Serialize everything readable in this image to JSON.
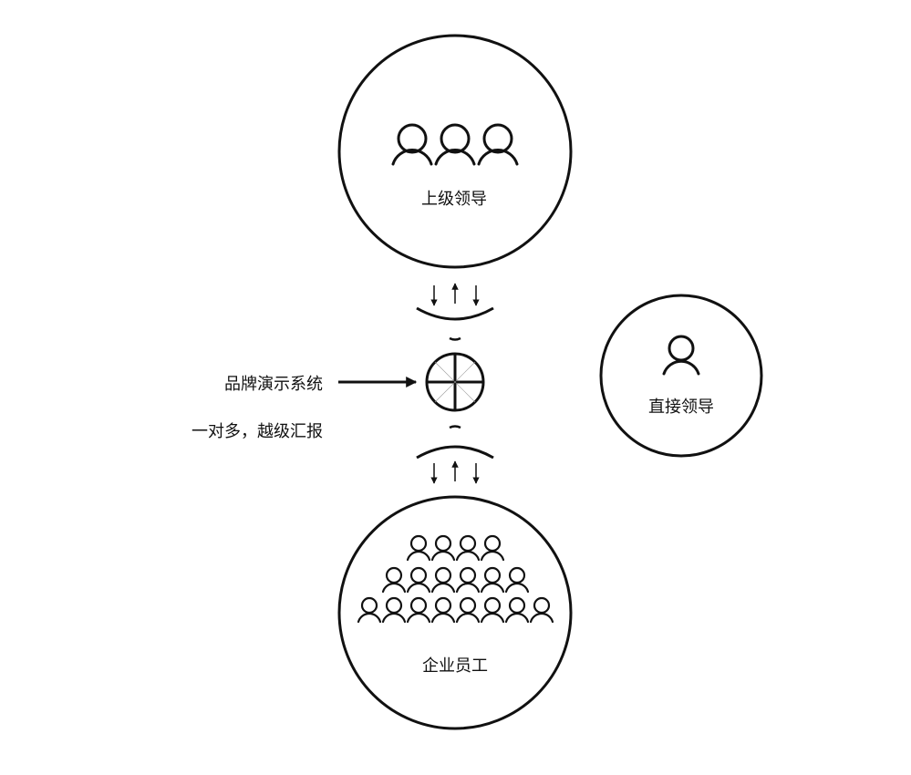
{
  "nodes": {
    "top": {
      "label": "上级领导",
      "icon": "three-person-icon"
    },
    "bottom": {
      "label": "企业员工",
      "icon": "crowd-icon"
    },
    "side": {
      "label": "直接领导",
      "icon": "person-icon"
    },
    "hub": {
      "icon": "crosshair-globe-icon"
    }
  },
  "annotations": {
    "brand": "品牌演示系统",
    "note": "一对多，越级汇报"
  },
  "colors": {
    "stroke": "#111111",
    "background": "#ffffff"
  }
}
